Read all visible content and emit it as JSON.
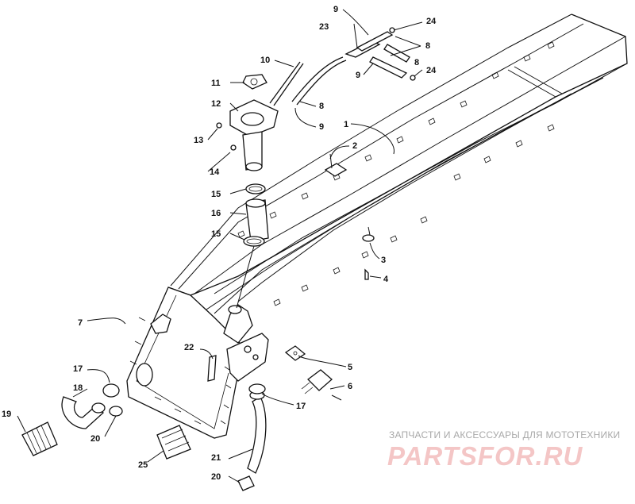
{
  "labels": [
    {
      "id": "1",
      "text": "1"
    },
    {
      "id": "2",
      "text": "2"
    },
    {
      "id": "3",
      "text": "3"
    },
    {
      "id": "4",
      "text": "4"
    },
    {
      "id": "5",
      "text": "5"
    },
    {
      "id": "6",
      "text": "6"
    },
    {
      "id": "7",
      "text": "7"
    },
    {
      "id": "8a",
      "text": "8"
    },
    {
      "id": "8b",
      "text": "8"
    },
    {
      "id": "8c",
      "text": "8"
    },
    {
      "id": "9a",
      "text": "9"
    },
    {
      "id": "9b",
      "text": "9"
    },
    {
      "id": "9c",
      "text": "9"
    },
    {
      "id": "10",
      "text": "10"
    },
    {
      "id": "11",
      "text": "11"
    },
    {
      "id": "12",
      "text": "12"
    },
    {
      "id": "13",
      "text": "13"
    },
    {
      "id": "14",
      "text": "14"
    },
    {
      "id": "15a",
      "text": "15"
    },
    {
      "id": "15b",
      "text": "15"
    },
    {
      "id": "16",
      "text": "16"
    },
    {
      "id": "17a",
      "text": "17"
    },
    {
      "id": "17b",
      "text": "17"
    },
    {
      "id": "18",
      "text": "18"
    },
    {
      "id": "19",
      "text": "19"
    },
    {
      "id": "20a",
      "text": "20"
    },
    {
      "id": "20b",
      "text": "20"
    },
    {
      "id": "21",
      "text": "21"
    },
    {
      "id": "22",
      "text": "22"
    },
    {
      "id": "23",
      "text": "23"
    },
    {
      "id": "24a",
      "text": "24"
    },
    {
      "id": "24b",
      "text": "24"
    },
    {
      "id": "25",
      "text": "25"
    }
  ],
  "watermark": {
    "tagline": "ЗАПЧАСТИ И АКСЕССУАРЫ ДЛЯ МОТОТЕХНИКИ",
    "logo": "PARTSFOR.RU"
  }
}
